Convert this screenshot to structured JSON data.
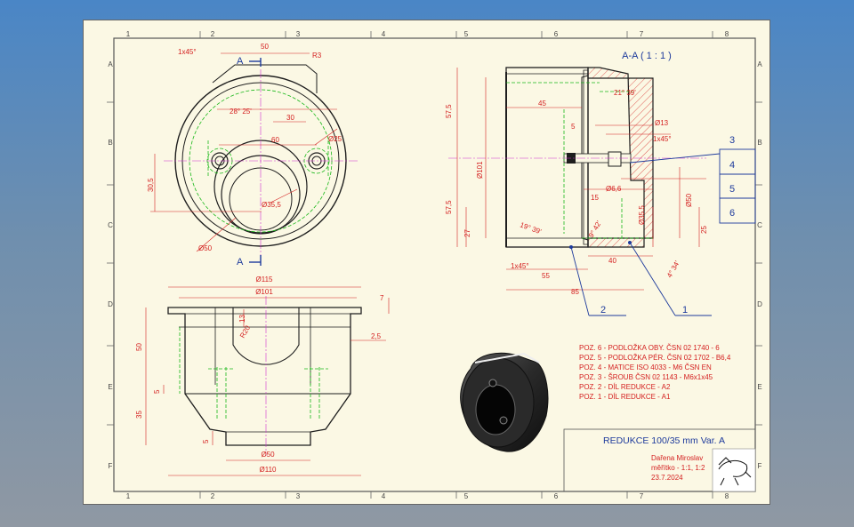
{
  "sheet": {
    "columns": [
      "1",
      "2",
      "3",
      "4",
      "5",
      "6",
      "7",
      "8"
    ],
    "rows": [
      "A",
      "B",
      "C",
      "D",
      "E",
      "F"
    ]
  },
  "section_view": {
    "title": "A-A ( 1 : 1 )",
    "cut_label_top": "A",
    "cut_label_bottom": "A"
  },
  "dims_top": {
    "chamfer": "1x45°",
    "d50": "50",
    "r3": "R3",
    "ang": "28° 25'",
    "d30": "30",
    "d60": "60",
    "dia25": "Ø25",
    "d305": "30,5",
    "dia355": "Ø35,5",
    "dia50": "Ø50"
  },
  "dims_section": {
    "h575a": "57,5",
    "h575b": "57,5",
    "d45": "45",
    "ang2139": "21° 39'",
    "dia13": "Ø13",
    "ch": "1x45°",
    "d5": "5",
    "dia101": "Ø101",
    "dia66": "Ø6,6",
    "d15": "15",
    "dia50": "Ø50",
    "dia355": "Ø35,5",
    "d27": "27",
    "ang1939": "19° 39'",
    "ang942": "9° 42'",
    "d25": "25",
    "d40": "40",
    "ang434": "4° 34'",
    "ch2": "1x45°",
    "d55": "55",
    "d85": "85"
  },
  "dims_front": {
    "dia115": "Ø115",
    "dia101": "Ø101",
    "d7": "7",
    "d13": "13",
    "r20": "R20",
    "d25": "2,5",
    "d50": "50",
    "d5": "5",
    "d35": "35",
    "d5b": "5",
    "dia50": "Ø50",
    "dia110": "Ø110"
  },
  "balloons": [
    "1",
    "2",
    "3",
    "4",
    "5",
    "6"
  ],
  "parts_list": [
    "POZ. 6 - PODLOŽKA OBY. ČSN 02 1740 - 6",
    "POZ. 5 - PODLOŽKA PÉR. ČSN 02 1702 - B6,4",
    "POZ. 4 - MATICE ISO 4033 - M6 ČSN EN",
    "POZ. 3 - ŠROUB ČSN 02 1143 - M6x1x45",
    "POZ. 2 - DÍL REDUKCE - A2",
    "POZ. 1 -  DÍL REDUKCE - A1"
  ],
  "title_block": {
    "name": "REDUKCE 100/35 mm Var. A",
    "author": "Dařena Miroslav",
    "scale": "měřítko - 1:1, 1:2",
    "date": "23.7.2024"
  },
  "colors": {
    "geometry": "#1e1e1e",
    "dimension": "#d42020",
    "hidden": "#19b819",
    "center": "#d033d0",
    "annotation": "#1d3a9c",
    "sheet": "#fbf8e4"
  }
}
